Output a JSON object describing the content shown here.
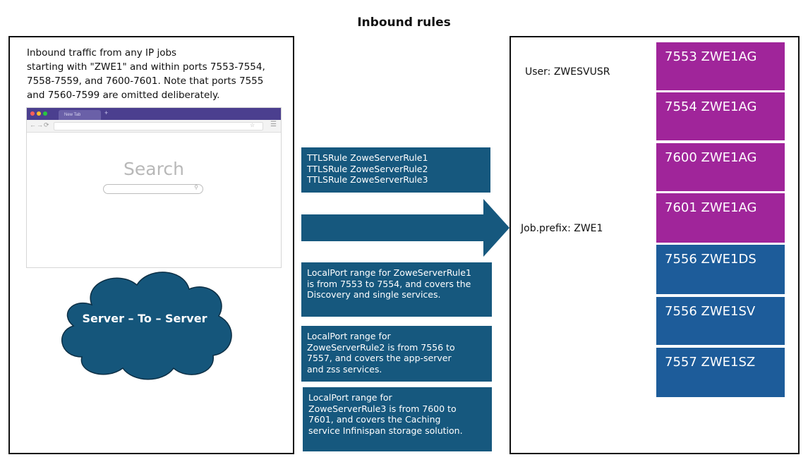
{
  "title": "Inbound rules",
  "left_panel": {
    "description_lines": [
      "Inbound traffic from any IP jobs",
      "starting with \"ZWE1\" and within ports 7553-7554,",
      "7558-7559, and 7600-7601. Note that ports 7555",
      "and 7560-7599 are omitted deliberately."
    ],
    "browser": {
      "tab_label": "New Tab",
      "search_word": "Search"
    },
    "cloud_label": "Server – To – Server"
  },
  "middle": {
    "ttls_rules": [
      "TTLSRule ZoweServerRule1",
      "TTLSRule ZoweServerRule2",
      "TTLSRule ZoweServerRule3"
    ],
    "rule1_lines": [
      "LocalPort range for ZoweServerRule1",
      "is from 7553 to 7554, and covers the",
      "Discovery and single services."
    ],
    "rule2_lines": [
      "LocalPort range for",
      "ZoweServerRule2 is from 7556 to",
      "7557, and covers the app-server",
      "and zss services."
    ],
    "rule3_lines": [
      "LocalPort range for",
      "ZoweServerRule3 is from 7600 to",
      "7601, and covers the Caching",
      "service Infinispan storage solution."
    ]
  },
  "right_panel": {
    "user_label": "User: ZWESVUSR",
    "job_label": "Job.prefix: ZWE1",
    "ports": [
      {
        "label": "7553 ZWE1AG",
        "color": "#a0259a"
      },
      {
        "label": "7554 ZWE1AG",
        "color": "#a0259a"
      },
      {
        "label": "7600 ZWE1AG",
        "color": "#a0259a"
      },
      {
        "label": "7601 ZWE1AG",
        "color": "#a0259a"
      },
      {
        "label": "7556 ZWE1DS",
        "color": "#1d5c9a"
      },
      {
        "label": "7556 ZWE1SV",
        "color": "#1d5c9a"
      },
      {
        "label": "7557 ZWE1SZ",
        "color": "#1d5c9a"
      }
    ]
  },
  "colors": {
    "rule_box": "#16587e",
    "arrow": "#16587e",
    "cloud": "#15567b",
    "window_tabbar": "#4b3f8f"
  }
}
